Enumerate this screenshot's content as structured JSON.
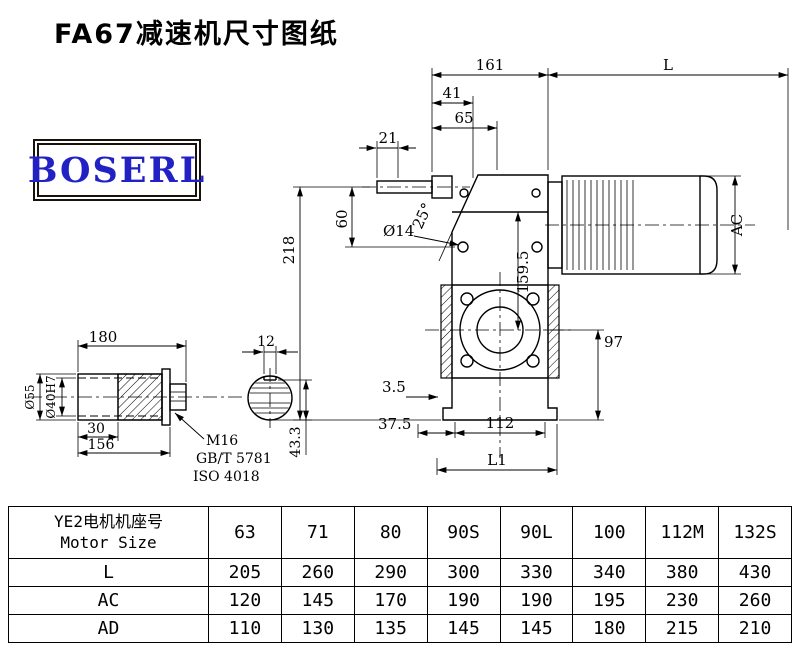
{
  "page": {
    "title": "FA67减速机尺寸图纸"
  },
  "logo": {
    "text": "BOSERL"
  },
  "drawing": {
    "main_view": {
      "top_width": "161",
      "motor_length": "L",
      "dim_41": "41",
      "dim_65": "65",
      "dim_21": "21",
      "dim_60": "60",
      "hole_dia": "Ø14",
      "angle": "25°",
      "dim_218": "218",
      "dim_159_5": "159.5",
      "motor_height": "AC",
      "dim_97": "97",
      "dim_3_5": "3.5",
      "dim_37_5": "37.5",
      "dim_112": "112",
      "dim_L1": "L1"
    },
    "shaft_view": {
      "dim_180": "180",
      "dim_12": "12",
      "dia_55": "Ø55",
      "dia_40": "Ø40H7",
      "dim_30": "30",
      "dim_156": "156",
      "dim_43_3": "43.3",
      "thread": "M16",
      "std_gb": "GB/T 5781",
      "std_iso": "ISO 4018"
    }
  },
  "table": {
    "motor_header": {
      "line1": "YE2电机机座号",
      "line2": "Motor Size"
    },
    "sizes": [
      "63",
      "71",
      "80",
      "90S",
      "90L",
      "100",
      "112M",
      "132S"
    ],
    "rows": [
      {
        "label": "L",
        "values": [
          "205",
          "260",
          "290",
          "300",
          "330",
          "340",
          "380",
          "430"
        ]
      },
      {
        "label": "AC",
        "values": [
          "120",
          "145",
          "170",
          "190",
          "190",
          "195",
          "230",
          "260"
        ]
      },
      {
        "label": "AD",
        "values": [
          "110",
          "130",
          "135",
          "145",
          "145",
          "180",
          "215",
          "210"
        ]
      }
    ]
  }
}
